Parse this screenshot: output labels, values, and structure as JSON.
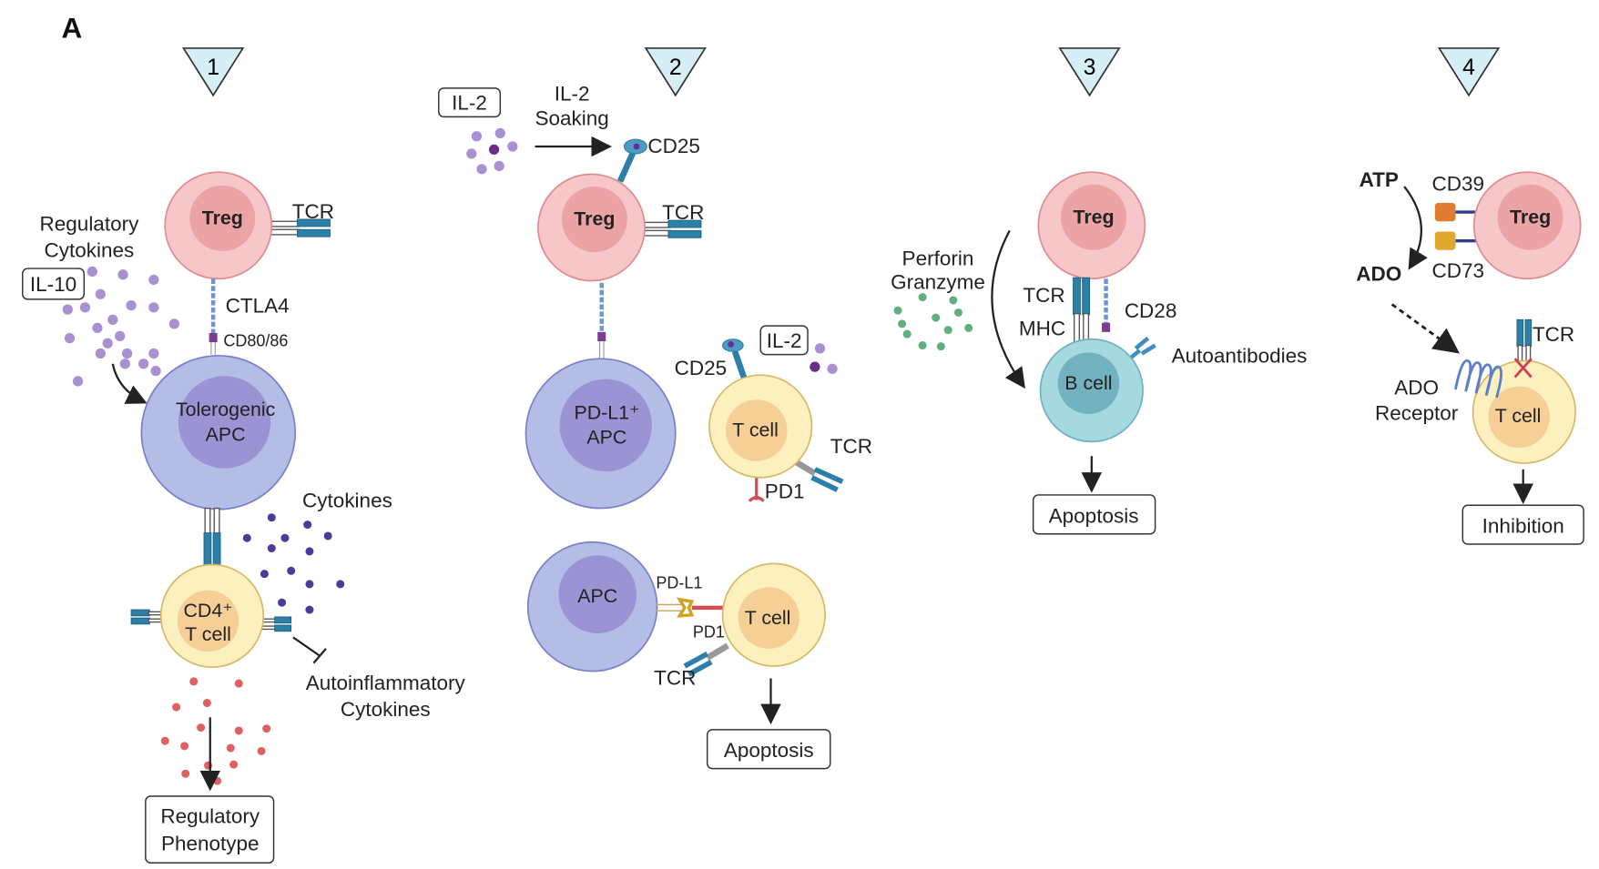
{
  "panel_label": "A",
  "panels": [
    {
      "number": "1",
      "labels": {
        "regulatory_cytokines": [
          "Regulatory",
          "Cytokines"
        ],
        "il10": "IL-10",
        "treg": "Treg",
        "tcr": "TCR",
        "ctla4": "CTLA4",
        "cd80_86": "CD80/86",
        "apc": [
          "Tolerogenic",
          "APC"
        ],
        "cytokines": "Cytokines",
        "cd4_tcell": [
          "CD4⁺",
          "T cell"
        ],
        "autoinflammatory": [
          "Autoinflammatory",
          "Cytokines"
        ],
        "outcome": [
          "Regulatory",
          "Phenotype"
        ]
      }
    },
    {
      "number": "2",
      "labels": {
        "il2_box": "IL-2",
        "il2_soaking": [
          "IL-2",
          "Soaking"
        ],
        "cd25": "CD25",
        "treg": "Treg",
        "tcr": "TCR",
        "pdl1_apc": [
          "PD-L1⁺",
          "APC"
        ],
        "tcell": "T cell",
        "cd25_tcell": "CD25",
        "il2_box2": "IL-2",
        "tcr2": "TCR",
        "pd1": "PD1",
        "apc": "APC",
        "pdl1": "PD-L1",
        "pd1_b": "PD1",
        "tcell2": "T cell",
        "tcr3": "TCR",
        "outcome": "Apoptosis"
      }
    },
    {
      "number": "3",
      "labels": {
        "treg": "Treg",
        "perforin_granzyme": [
          "Perforin",
          "Granzyme"
        ],
        "tcr": "TCR",
        "mhc": "MHC",
        "cd28": "CD28",
        "bcell": "B cell",
        "autoantibodies": "Autoantibodies",
        "outcome": "Apoptosis"
      }
    },
    {
      "number": "4",
      "labels": {
        "atp": "ATP",
        "ado": "ADO",
        "cd39": "CD39",
        "cd73": "CD73",
        "treg": "Treg",
        "tcr": "TCR",
        "ado_receptor": [
          "ADO",
          "Receptor"
        ],
        "tcell": "T cell",
        "outcome": "Inhibition"
      }
    }
  ],
  "colors": {
    "treg_outer": "#f6c6c8",
    "treg_inner": "#eba3a6",
    "apc_outer": "#b3bde6",
    "apc_inner": "#9b93d3",
    "tcell_outer": "#fdf0bf",
    "tcell_inner": "#f5cf96",
    "bcell_outer": "#a6d8e0",
    "bcell_inner": "#72b2bf",
    "receptor": "#2b7fa8",
    "il10_dots": "#a990d0",
    "cytokine_dots": "#4b3a9c",
    "autoinflammatory_dots": "#e06060",
    "granzyme_dots": "#5fb07a",
    "cd39": "#e07b30",
    "cd73": "#e0a830",
    "triangle": "#d6eef5"
  }
}
